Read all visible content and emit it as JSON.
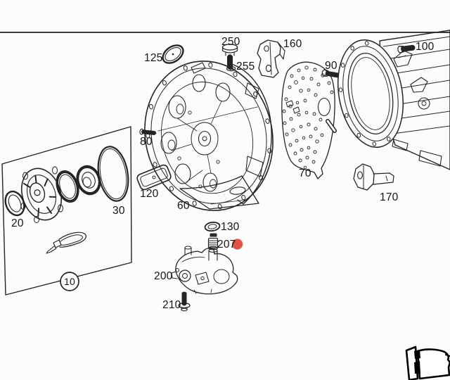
{
  "page": {
    "background": "#fcfcfc",
    "divider_color": "#3a3a3a"
  },
  "diagram": {
    "kind": "exploded-parts-diagram",
    "line_color": "#242424",
    "selected_part": {
      "label": "207",
      "marker_color": "#dc5348"
    },
    "callouts": {
      "c10": "10",
      "c20": "20",
      "c30": "30",
      "c60": "60",
      "c70": "70",
      "c80": "80",
      "c90": "90",
      "c100": "100",
      "c120": "120",
      "c125": "125",
      "c130": "130",
      "c160": "160",
      "c170": "170",
      "c200": "200",
      "c207": "207",
      "c210": "210",
      "c250": "250",
      "c255": "255"
    }
  }
}
